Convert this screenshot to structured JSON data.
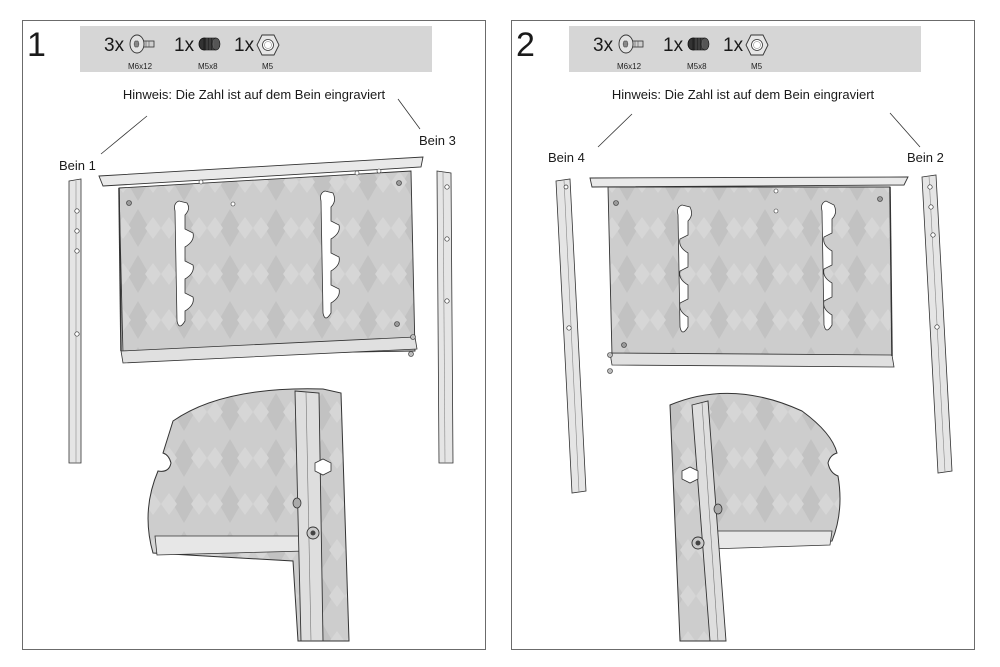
{
  "steps": [
    {
      "number": "1",
      "parts": [
        {
          "qty": "3x",
          "code": "M6x12",
          "icon": "hex-socket-screw-icon"
        },
        {
          "qty": "1x",
          "code": "M5x8",
          "icon": "set-screw-icon"
        },
        {
          "qty": "1x",
          "code": "M5",
          "icon": "hex-nut-icon"
        }
      ],
      "hint": "Hinweis: Die Zahl ist auf dem Bein eingraviert",
      "leg_left": "Bein 1",
      "leg_right": "Bein 3"
    },
    {
      "number": "2",
      "parts": [
        {
          "qty": "3x",
          "code": "M6x12",
          "icon": "hex-socket-screw-icon"
        },
        {
          "qty": "1x",
          "code": "M5x8",
          "icon": "set-screw-icon"
        },
        {
          "qty": "1x",
          "code": "M5",
          "icon": "hex-nut-icon"
        }
      ],
      "hint": "Hinweis: Die Zahl ist auf dem Bein eingraviert",
      "leg_left": "Bein 4",
      "leg_right": "Bein 2"
    }
  ],
  "colors": {
    "parts_bar": "#d6d6d6",
    "line": "#333333",
    "metal": "#c8c8c8"
  }
}
